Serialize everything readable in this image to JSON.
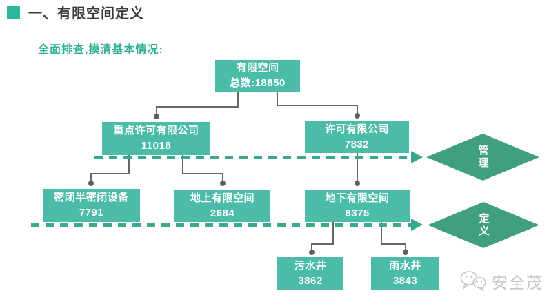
{
  "header": {
    "title": "一、有限空间定义"
  },
  "subtitle": "全面排查,摸清基本情况:",
  "nodes": {
    "total": {
      "line1": "有限空间",
      "line2": "总数:18850"
    },
    "key_permit": {
      "line1": "重点许可有限公司",
      "line2": "11018"
    },
    "permit": {
      "line1": "许可有限公司",
      "line2": "7832"
    },
    "sealed": {
      "line1": "密闭半密闭设备",
      "line2": "7791"
    },
    "above": {
      "line1": "地上有限空间",
      "line2": "2684"
    },
    "below": {
      "line1": "地下有限空间",
      "line2": "8375"
    },
    "sewage": {
      "line1": "污水井",
      "line2": "3862"
    },
    "rain": {
      "line1": "雨水井",
      "line2": "3843"
    }
  },
  "diamonds": {
    "manage": {
      "label": "管理"
    },
    "define": {
      "label": "定义"
    }
  },
  "watermark": {
    "label": "安全茂",
    "icon": "wechat-icon"
  },
  "colors": {
    "node_teal": "#4abca8",
    "dash_teal": "#3ba791",
    "diamond_green": "#3f9f80",
    "bullet_teal": "#2db79c",
    "subtitle_green": "#2eaf93",
    "title_text": "#3a3a3a",
    "connector_gray": "#666666",
    "watermark_gray": "#c6c6c6"
  }
}
